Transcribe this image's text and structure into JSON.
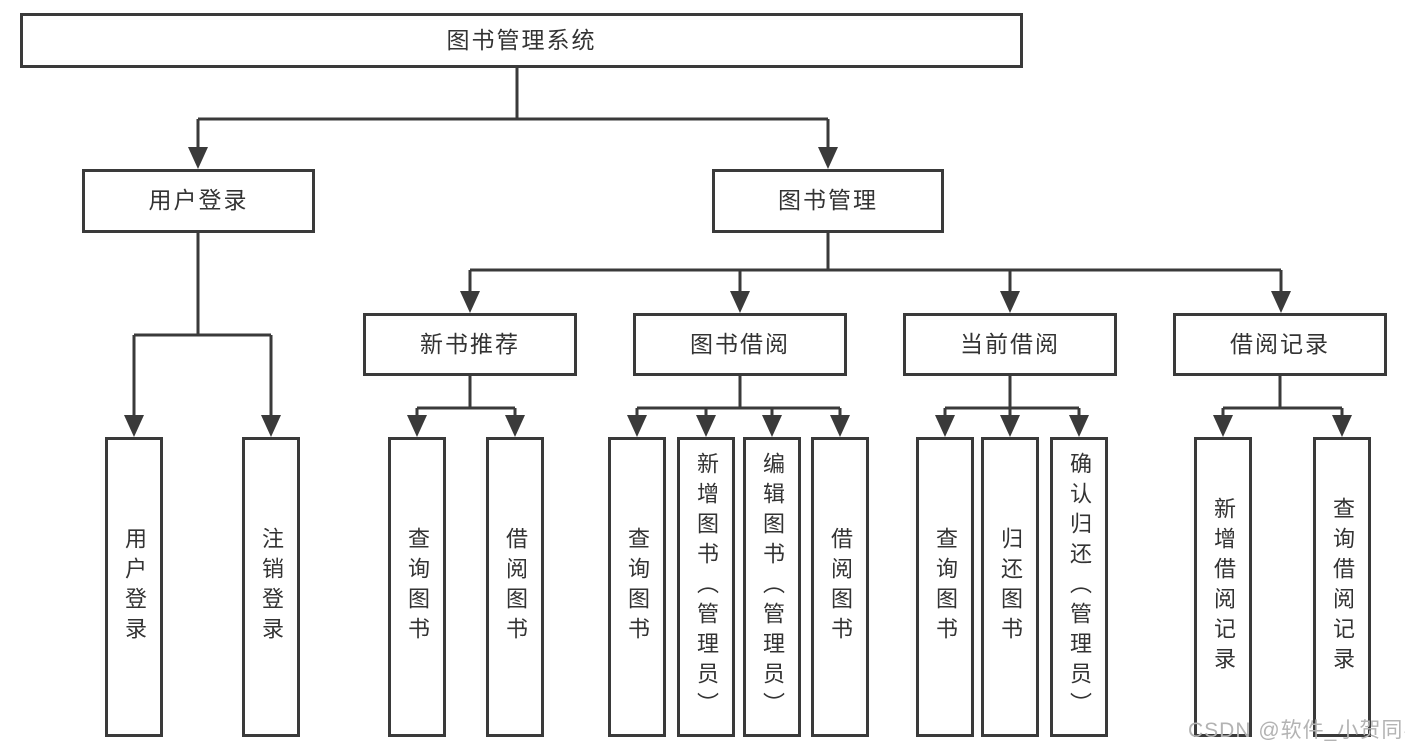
{
  "diagram": {
    "type": "tree",
    "root": {
      "label": "图书管理系统",
      "children": [
        {
          "label": "用户登录",
          "children": [
            {
              "label": "用户登录"
            },
            {
              "label": "注销登录"
            }
          ]
        },
        {
          "label": "图书管理",
          "children": [
            {
              "label": "新书推荐",
              "children": [
                {
                  "label": "查询图书"
                },
                {
                  "label": "借阅图书"
                }
              ]
            },
            {
              "label": "图书借阅",
              "children": [
                {
                  "label": "查询图书"
                },
                {
                  "label": "新增图书（管理员）"
                },
                {
                  "label": "编辑图书（管理员）"
                },
                {
                  "label": "借阅图书"
                }
              ]
            },
            {
              "label": "当前借阅",
              "children": [
                {
                  "label": "查询图书"
                },
                {
                  "label": "归还图书"
                },
                {
                  "label": "确认归还（管理员）"
                }
              ]
            },
            {
              "label": "借阅记录",
              "children": [
                {
                  "label": "新增借阅记录"
                },
                {
                  "label": "查询借阅记录"
                }
              ]
            }
          ]
        }
      ]
    },
    "colors": {
      "line": "#3a3a3a",
      "text": "#333333",
      "background": "#ffffff",
      "watermark_text": "#b3b3b3"
    }
  },
  "watermark": {
    "text": "CSDN @软件_小贺同学"
  }
}
